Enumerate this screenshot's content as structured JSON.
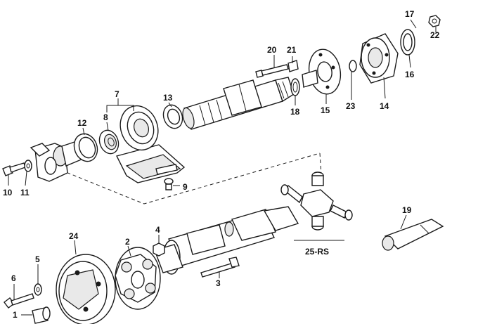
{
  "callouts": {
    "c1": "1",
    "c2": "2",
    "c3": "3",
    "c4": "4",
    "c5": "5",
    "c6": "6",
    "c7": "7",
    "c8": "8",
    "c9": "9",
    "c10": "10",
    "c11": "11",
    "c12": "12",
    "c13": "13",
    "c14": "14",
    "c15": "15",
    "c16": "16",
    "c17": "17",
    "c18": "18",
    "c19": "19",
    "c20": "20",
    "c21": "21",
    "c22": "22",
    "c23": "23",
    "c24": "24",
    "c25": "25-RS"
  }
}
